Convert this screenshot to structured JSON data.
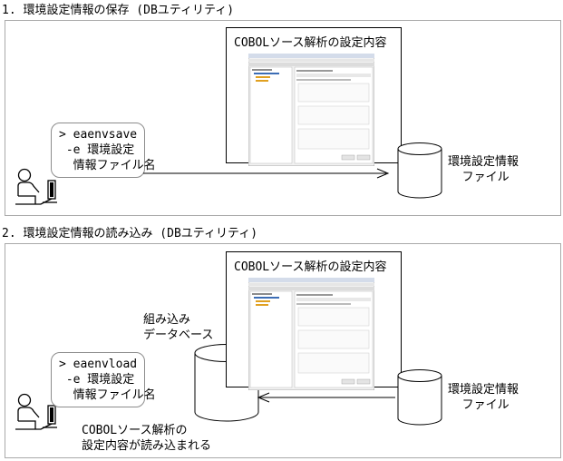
{
  "section1": {
    "title": "1. 環境設定情報の保存 (DBユティリティ)",
    "screen_title": "COBOLソース解析の設定内容",
    "command": "> eaenvsave\n -e 環境設定\n  情報ファイル名",
    "file_label": "環境設定情報\n  ファイル"
  },
  "section2": {
    "title": "2. 環境設定情報の読み込み (DBユティリティ)",
    "screen_title": "COBOLソース解析の設定内容",
    "command": "> eaenvload\n -e 環境設定\n  情報ファイル名",
    "db_label": "組み込み\nデータベース",
    "file_label": "環境設定情報\n  ファイル",
    "result_label": "COBOLソース解析の\n設定内容が読み込まれる"
  }
}
